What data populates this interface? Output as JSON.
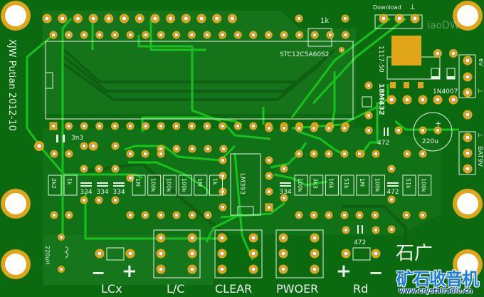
{
  "board": {
    "colors": {
      "substrate": "#0b6a0f",
      "fill": "#1a7a1e",
      "trace": "#18c21e",
      "pad": "#e1a51a",
      "silk": "#e8f0e8"
    },
    "author_text": "XJW Putian 2012-10",
    "mcu_label": "STC12C5A60S2",
    "comparator_label": "LM393",
    "regulator_label": "1117-50",
    "crystal_label": "18M432",
    "diode_label": "1N4007",
    "electrolytic_label": "220u",
    "electrolytic_plus": "+",
    "inductor_label": "220uH",
    "download_label": "Download",
    "ground_symbol": "⊥",
    "power_6v_label": "6V",
    "battery_label": "BAT9V",
    "cap_3n3": "3n3",
    "top_resistor": "1k",
    "watermark": "iaoDW",
    "resistors_left": [
      "2k2",
      "1k"
    ],
    "caps_left": [
      "334",
      "334",
      "334"
    ],
    "resistors_mid": [
      "1M",
      "100k",
      "100k",
      "100k",
      "1M",
      "1k"
    ],
    "cap_mid": "334",
    "resistors_right": [
      "100k",
      "3k3",
      "16k",
      "51k",
      "1M",
      "100k"
    ],
    "cap_right": "472",
    "resistors_far_right": [
      "51k",
      "100k"
    ],
    "cap_472_upper": "472",
    "cap_472_lower": "472",
    "bottom_labels": {
      "lcx": "LCx",
      "lc": "L/C",
      "clear": "CLEAR",
      "power": "PWOER",
      "rd": "Rd",
      "minus": "−",
      "plus": "+"
    },
    "logo": {
      "top": "石广",
      "main": "矿石收音机",
      "url": "www.crystalradio.cn"
    }
  }
}
